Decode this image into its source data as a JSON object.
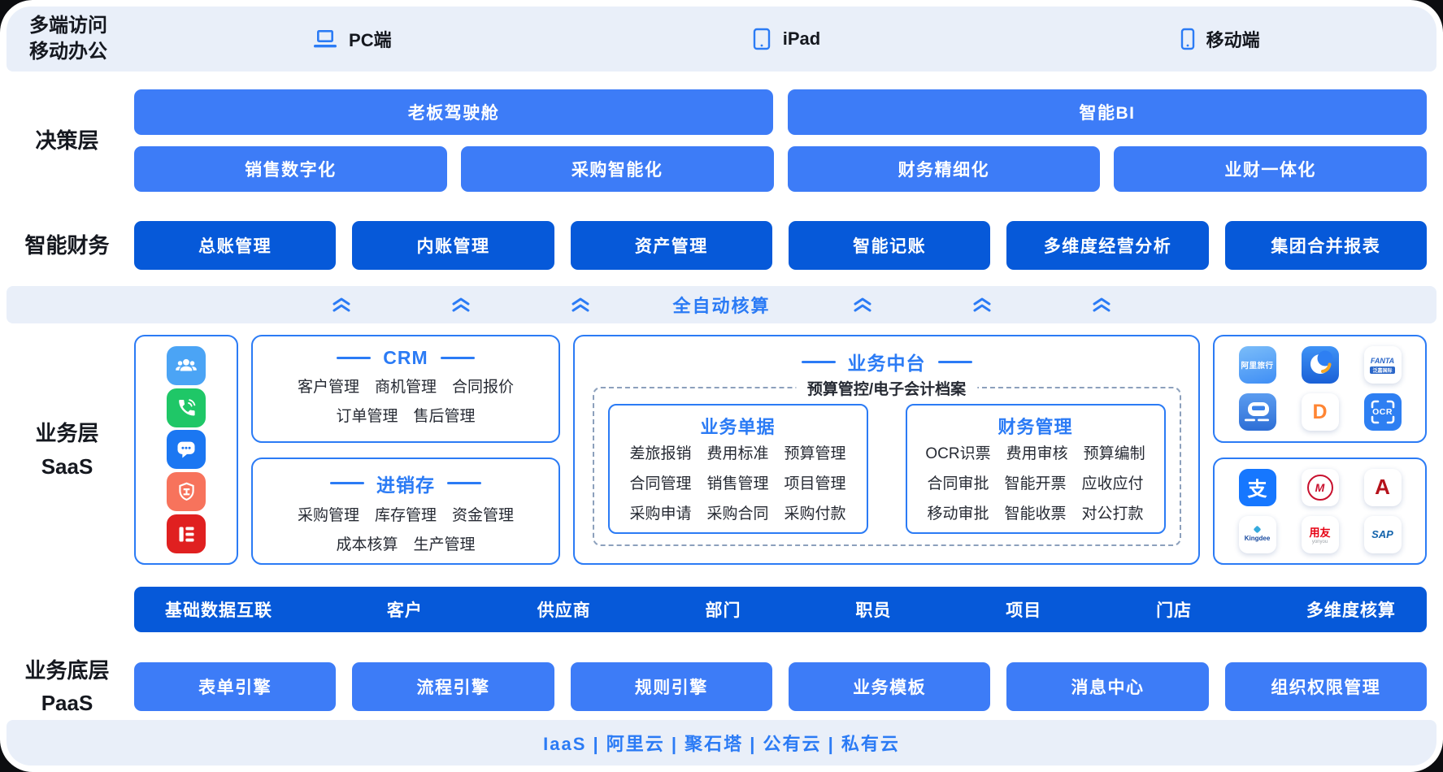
{
  "colors": {
    "accent_blue": "#2B7BF5",
    "button_blue": "#3D7CF7",
    "deep_blue": "#0659D9",
    "band_bg": "#E9EFF9"
  },
  "top_band": {
    "label_line1": "多端访问",
    "label_line2": "移动办公",
    "devices": [
      {
        "label": "PC端"
      },
      {
        "label": "iPad"
      },
      {
        "label": "移动端"
      }
    ]
  },
  "decision": {
    "label": "决策层",
    "row1": [
      {
        "label": "老板驾驶舱"
      },
      {
        "label": "智能BI"
      }
    ],
    "row2": [
      {
        "label": "销售数字化"
      },
      {
        "label": "采购智能化"
      },
      {
        "label": "财务精细化"
      },
      {
        "label": "业财一体化"
      }
    ]
  },
  "finance_layer": {
    "label": "智能财务",
    "items": [
      {
        "label": "总账管理"
      },
      {
        "label": "内账管理"
      },
      {
        "label": "资产管理"
      },
      {
        "label": "智能记账"
      },
      {
        "label": "多维度经营分析"
      },
      {
        "label": "集团合并报表"
      }
    ]
  },
  "auto_band": {
    "label": "全自动核算"
  },
  "saas": {
    "label_line1": "业务层",
    "label_line2": "SaaS",
    "crm": {
      "title": "CRM",
      "line1": [
        "客户管理",
        "商机管理",
        "合同报价"
      ],
      "line2": [
        "订单管理",
        "售后管理"
      ]
    },
    "inventory": {
      "title": "进销存",
      "line1": [
        "采购管理",
        "库存管理",
        "资金管理"
      ],
      "line2": [
        "成本核算",
        "生产管理"
      ]
    },
    "middle_platform": {
      "title": "业务中台",
      "dashed_label": "预算管控/电子会计档案",
      "business_docs": {
        "title": "业务单据",
        "lines": [
          [
            "差旅报销",
            "费用标准",
            "预算管理"
          ],
          [
            "合同管理",
            "销售管理",
            "项目管理"
          ],
          [
            "采购申请",
            "采购合同",
            "采购付款"
          ]
        ]
      },
      "finance_mgmt": {
        "title": "财务管理",
        "lines": [
          [
            "OCR识票",
            "费用审核",
            "预算编制"
          ],
          [
            "合同审批",
            "智能开票",
            "应收应付"
          ],
          [
            "移动审批",
            "智能收票",
            "对公打款"
          ]
        ]
      }
    },
    "travel_partners": [
      {
        "name": "alitrip",
        "text": "阿里旅行"
      },
      {
        "name": "ctrip",
        "text": ""
      },
      {
        "name": "fanta",
        "text": "FANTA",
        "subtext": "泛嘉国际"
      },
      {
        "name": "train12306",
        "text": ""
      },
      {
        "name": "didi",
        "text": "D"
      },
      {
        "name": "ocr",
        "text": "OCR"
      }
    ],
    "finance_partners": [
      {
        "name": "alipay",
        "text": "支"
      },
      {
        "name": "cmb",
        "text": "M"
      },
      {
        "name": "bank-a",
        "text": "A"
      },
      {
        "name": "kingdee",
        "text": "Kingdee"
      },
      {
        "name": "yonyou",
        "text": "用友",
        "subtext": "yonyou"
      },
      {
        "name": "sap",
        "text": "SAP"
      }
    ]
  },
  "data_bar": {
    "items": [
      "基础数据互联",
      "客户",
      "供应商",
      "部门",
      "职员",
      "项目",
      "门店",
      "多维度核算"
    ]
  },
  "paas": {
    "label_line1": "业务底层",
    "label_line2": "PaaS",
    "items": [
      {
        "label": "表单引擎"
      },
      {
        "label": "流程引擎"
      },
      {
        "label": "规则引擎"
      },
      {
        "label": "业务模板"
      },
      {
        "label": "消息中心"
      },
      {
        "label": "组织权限管理"
      }
    ]
  },
  "iaas": {
    "text": "IaaS | 阿里云 | 聚石塔 | 公有云 | 私有云"
  }
}
